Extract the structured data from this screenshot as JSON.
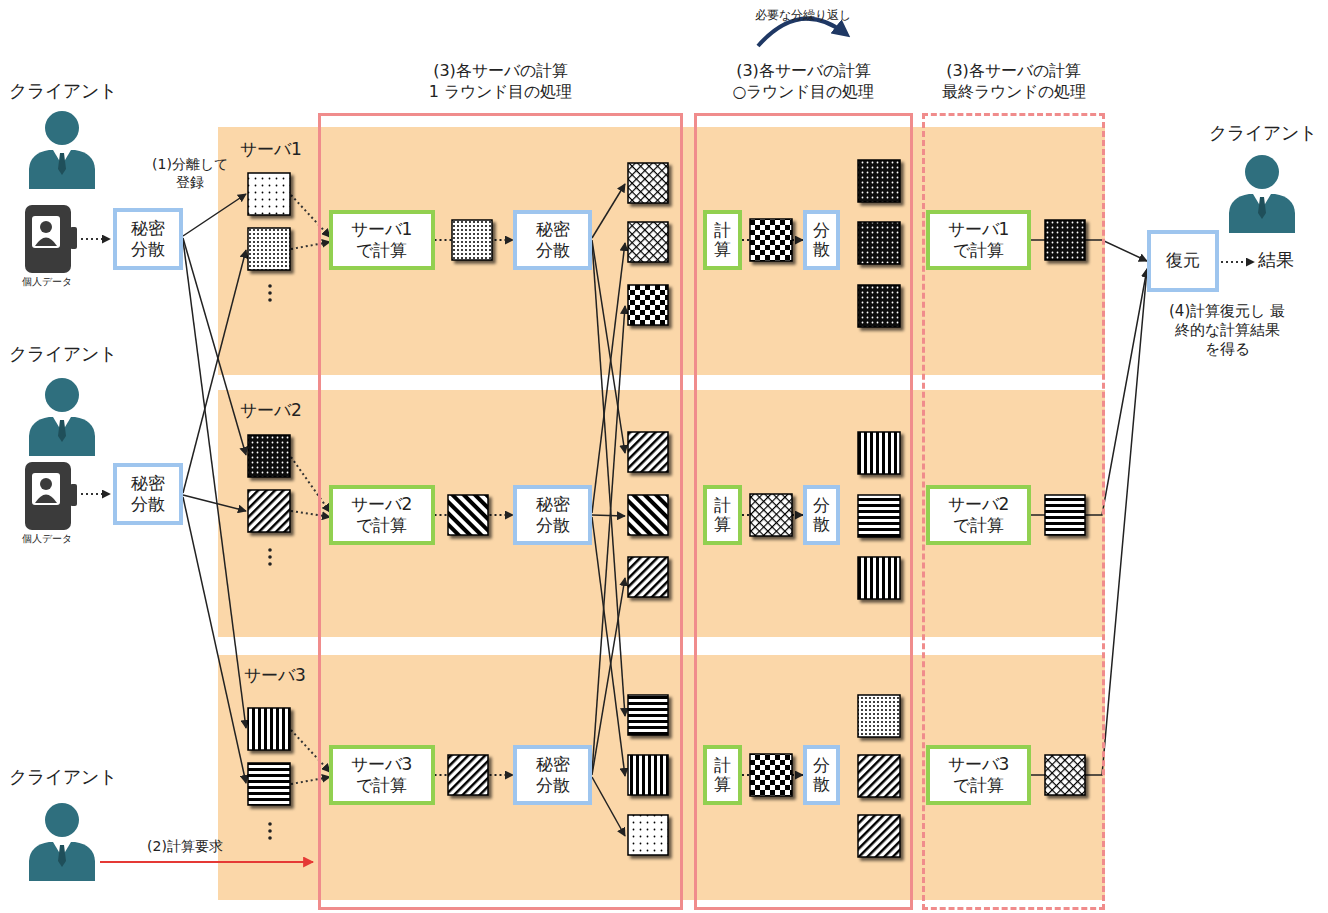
{
  "diagram": {
    "nodes": [
      {
        "text": [
          "秘密 分散"
        ]
      },
      {
        "text": [
          "秘密 分散"
        ]
      },
      {
        "text": [
          "サーバ1"
        ]
      },
      {
        "text": [
          "サーバ2"
        ]
      },
      {
        "text": [
          "サーバ3"
        ]
      },
      {
        "text": [
          "(3)各サーバの計算 1 ラウンド目の処理"
        ]
      },
      {
        "text": [
          "サーバ1 で計算"
        ],
        "in": 5
      },
      {
        "text": [
          "秘密 分散"
        ],
        "in": 5
      },
      {
        "text": [
          "サーバ2 で計算"
        ],
        "in": 5
      },
      {
        "text": [
          "秘密 分散"
        ],
        "in": 5
      },
      {
        "text": [
          "サーバ3 で計算"
        ],
        "in": 5
      },
      {
        "text": [
          "秘密 分散"
        ],
        "in": 5
      },
      {
        "text": [
          "(3)各サーバの計算 ○ラウンド目の処理"
        ]
      },
      {
        "text": [
          "計算"
        ],
        "in": 12
      },
      {
        "text": [
          "分散"
        ],
        "in": 12
      },
      {
        "text": [
          "計算"
        ],
        "in": 12
      },
      {
        "text": [
          "分散"
        ],
        "in": 12
      },
      {
        "text": [
          "計算"
        ],
        "in": 12
      },
      {
        "text": [
          "分散"
        ],
        "in": 12
      },
      {
        "text": [
          "(3)各サーバの計算 最終ラウンドの処理"
        ]
      },
      {
        "text": [
          "サーバ1 で計算"
        ],
        "in": 19
      },
      {
        "text": [
          "サーバ2 で計算"
        ],
        "in": 19
      },
      {
        "text": [
          "サーバ3 で計算"
        ],
        "in": 19
      },
      {
        "text": [
          "復元"
        ]
      }
    ],
    "edges": [
      {
        "from": 6,
        "to": 7,
        "arrow": "to"
      },
      {
        "from": 8,
        "to": 9,
        "arrow": "to"
      },
      {
        "from": 10,
        "to": 11,
        "arrow": "to"
      },
      {
        "from": 13,
        "to": 14,
        "arrow": "to"
      },
      {
        "from": 15,
        "to": 16,
        "arrow": "to"
      },
      {
        "from": 17,
        "to": 18,
        "arrow": "to"
      },
      {
        "from": 20,
        "to": 23,
        "arrow": "to"
      },
      {
        "from": 21,
        "to": 23,
        "arrow": "to"
      },
      {
        "from": 22,
        "to": 23,
        "arrow": "to"
      }
    ],
    "labels": [
      "必要な分繰り返し",
      "クライアント",
      "(1)分離して 登録",
      "個人データ",
      "クライアント",
      "結果",
      "(4)計算復元し 最終的な計算結果を得る",
      "クライアント",
      "個人データ",
      "クライアント",
      "(2)計算要求"
    ]
  }
}
